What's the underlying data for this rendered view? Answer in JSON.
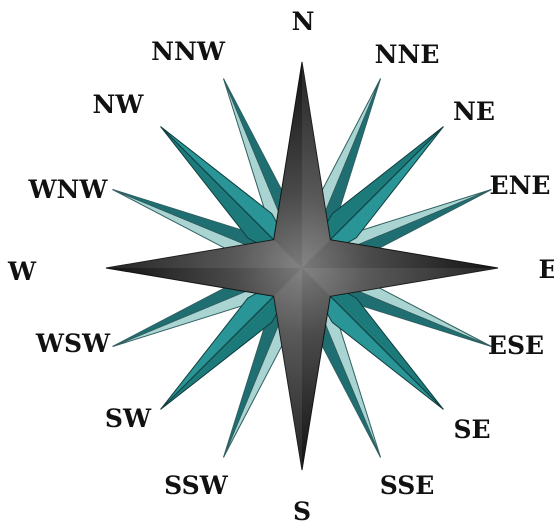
{
  "compass": {
    "labels": {
      "n": "N",
      "nne": "NNE",
      "ne": "NE",
      "ene": "ENE",
      "e": "E",
      "ese": "ESE",
      "se": "SE",
      "sse": "SSE",
      "s": "S",
      "ssw": "SSW",
      "sw": "SW",
      "wsw": "WSW",
      "w": "W",
      "wnw": "WNW",
      "nw": "NW",
      "nnw": "NNW"
    },
    "colors": {
      "secondary_point_light": "#a9d4d2",
      "secondary_point_dark": "#1f6f72",
      "intercardinal_point": "#1d7a7b",
      "cardinal_star_dark": "#141414",
      "cardinal_star_light": "#6f6f6f",
      "label_text": "#111111",
      "background": "#ffffff"
    }
  }
}
